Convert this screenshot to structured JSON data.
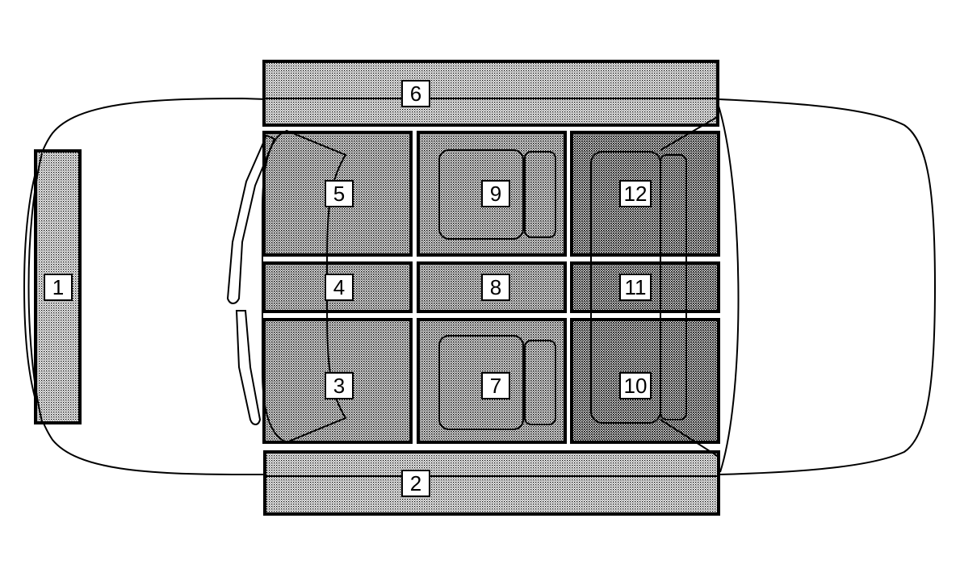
{
  "zones": [
    {
      "id": "1",
      "label": "1"
    },
    {
      "id": "2",
      "label": "2"
    },
    {
      "id": "3",
      "label": "3"
    },
    {
      "id": "4",
      "label": "4"
    },
    {
      "id": "5",
      "label": "5"
    },
    {
      "id": "6",
      "label": "6"
    },
    {
      "id": "7",
      "label": "7"
    },
    {
      "id": "8",
      "label": "8"
    },
    {
      "id": "9",
      "label": "9"
    },
    {
      "id": "10",
      "label": "10"
    },
    {
      "id": "11",
      "label": "11"
    },
    {
      "id": "12",
      "label": "12"
    }
  ],
  "colors": {
    "line": "#000000",
    "label_bg": "#ffffff",
    "shade_light": "#d0d0d0",
    "shade_medium": "#bdbdbd",
    "shade_dark": "#a8a8a8"
  }
}
